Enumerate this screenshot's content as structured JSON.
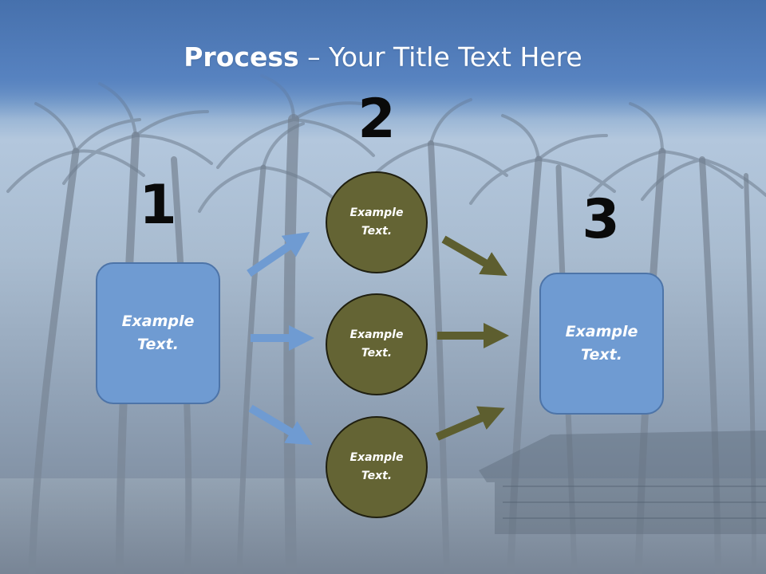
{
  "title": {
    "bold": "Process",
    "rest": " – Your Title Text Here"
  },
  "steps": [
    {
      "number": "1"
    },
    {
      "number": "2"
    },
    {
      "number": "3"
    }
  ],
  "left_box": {
    "text": "Example\nText."
  },
  "circles": [
    {
      "text": "Example\nText."
    },
    {
      "text": "Example\nText."
    },
    {
      "text": "Example\nText."
    }
  ],
  "right_box": {
    "text": "Example\nText."
  },
  "colors": {
    "box_fill": "#6f9bd2",
    "circle_fill": "#646434",
    "blue_arrow": "#6f9bd2",
    "olive_arrow": "#5d5e2f"
  }
}
